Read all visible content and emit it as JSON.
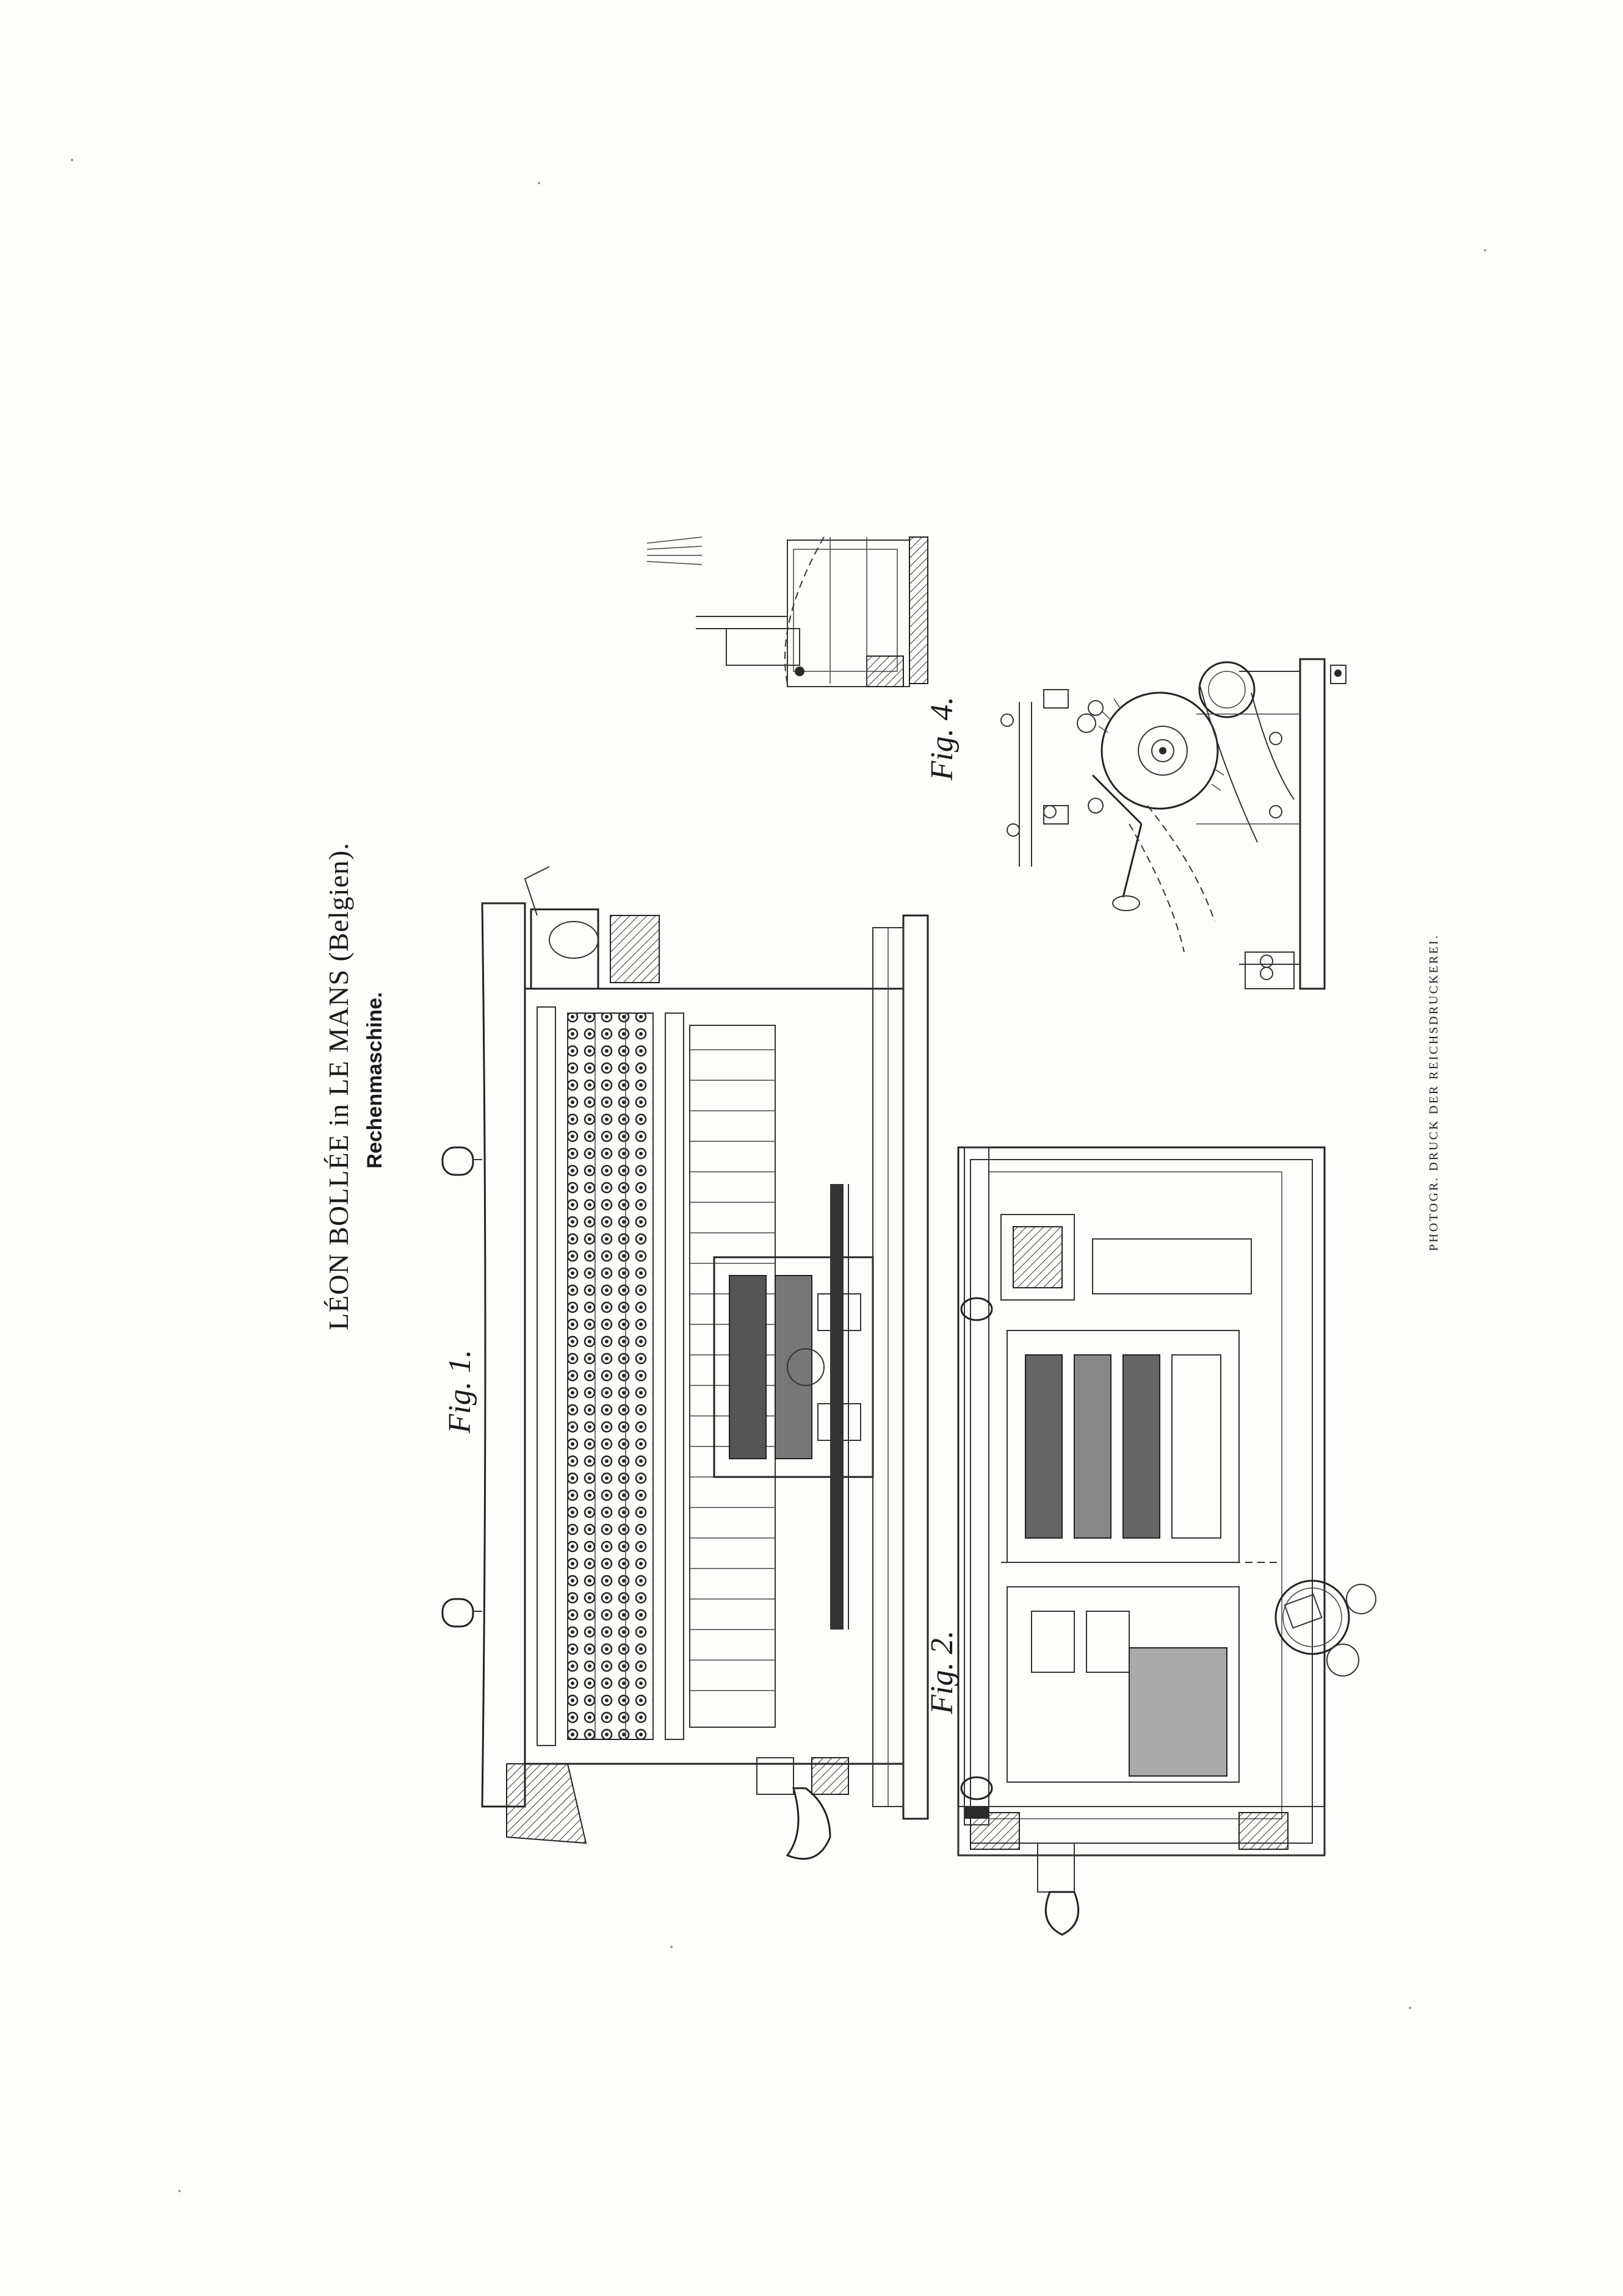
{
  "document": {
    "title": "LÉON BOLLÉE in LE MANS (Belgien).",
    "subtitle": "Rechenmaschine.",
    "figures": [
      {
        "label": "Fig. 1."
      },
      {
        "label": "Fig. 2."
      },
      {
        "label": "Fig. 4."
      }
    ],
    "imprint": "PHOTOGR. DRUCK DER REICHSDRUCKEREI."
  }
}
